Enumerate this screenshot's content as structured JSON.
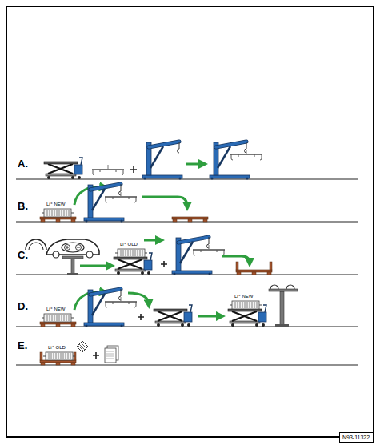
{
  "diagram": {
    "nodes": [
      {
        "text": [
          "N93-11322"
        ]
      }
    ],
    "labels": [
      "A.",
      "B.",
      "C.",
      "D.",
      "E.",
      "Li⁺ NEW",
      "Li⁺ OLD",
      "Li⁺ NEW",
      "Li⁺ NEW",
      "Li⁺ OLD"
    ]
  }
}
